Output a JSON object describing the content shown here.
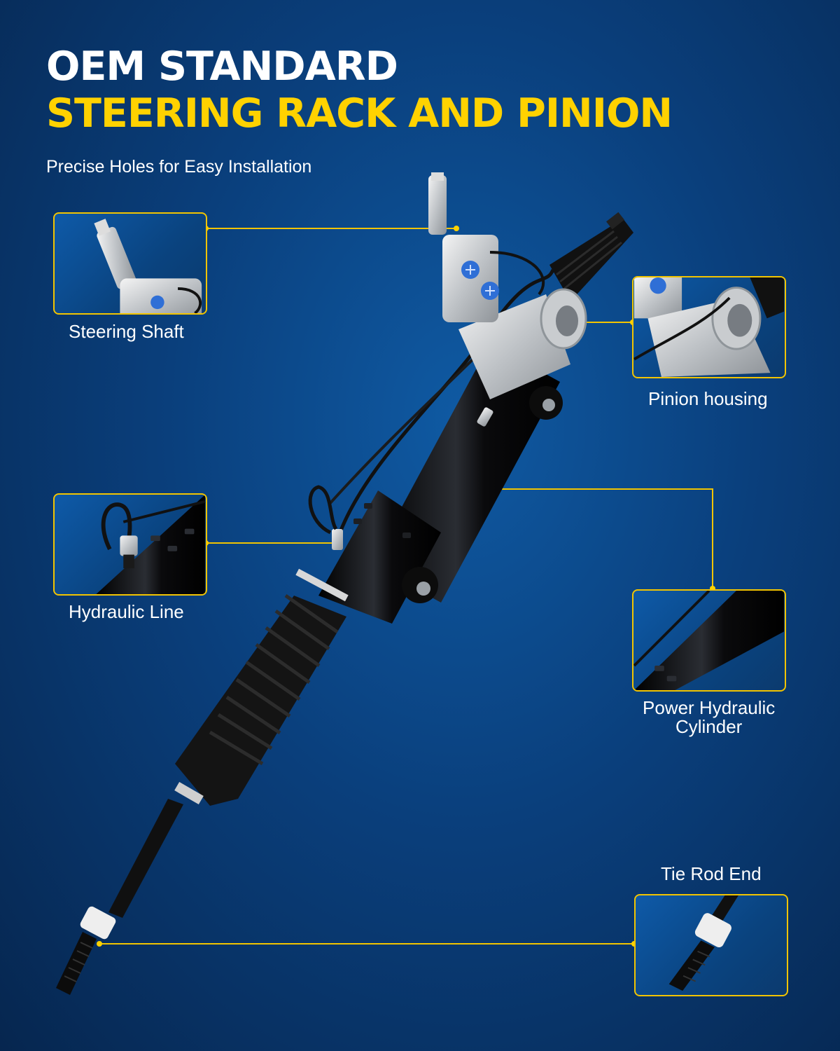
{
  "headline": {
    "line1": "OEM STANDARD",
    "line2": "STEERING RACK AND PINION",
    "subtitle": "Precise Holes for Easy Installation"
  },
  "callouts": {
    "steering_shaft": "Steering Shaft",
    "pinion_housing": "Pinion housing",
    "hydraulic_line": "Hydraulic Line",
    "power_cylinder_line1": "Power Hydraulic",
    "power_cylinder_line2": "Cylinder",
    "tie_rod_end": "Tie Rod End"
  },
  "colors": {
    "accent_yellow": "#ffd200",
    "box_border": "#f2c400",
    "background_dark": "#06264f",
    "background_light": "#0f5aa3"
  }
}
